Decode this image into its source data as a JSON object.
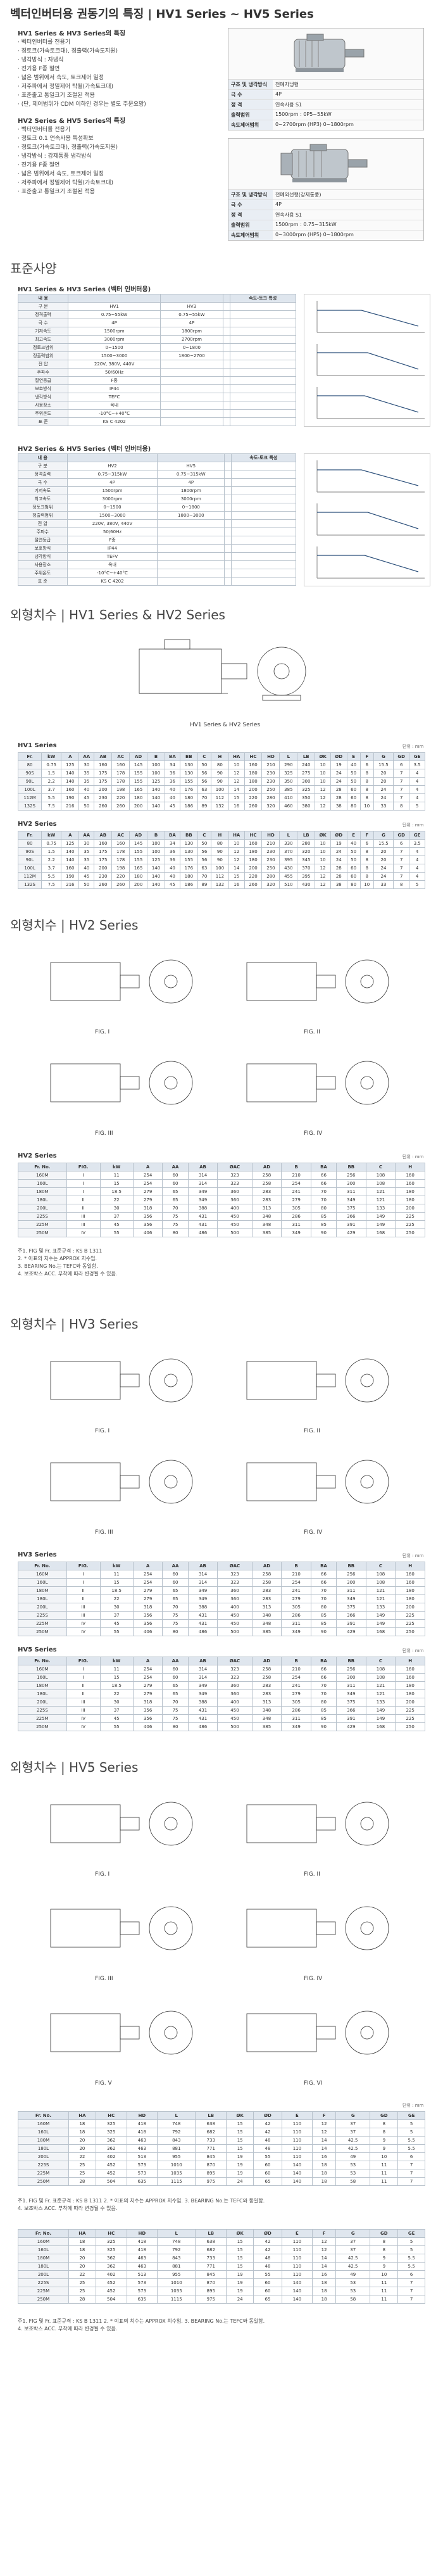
{
  "page_title": "벡터인버터용 권동기의 특징 | HV1 Series ~ HV5 Series",
  "features": {
    "hv13_title": "HV1 Series & HV3 Series의 특징",
    "hv13_items": [
      "벡터인버터를 전용기",
      "정토크(가속토크대), 정출력(가속도지원)",
      "냉각방식 : 자냉식",
      "전기용 F종 절연",
      "넓은 범위에서 속도, 토크제어 일정",
      "저주파에서 정밀제어 탁월(가속토크대)",
      "표준출고 통일크기 조절된 적용",
      "(단, 제어범위가 CDM 이하인 경우는 별도 주문요망)"
    ],
    "hv25_title": "HV2 Series & HV5 Series의 특징",
    "hv25_items": [
      "벡터인버터를 전용기",
      "정토크 0.1 연속사용 특성확보",
      "정토크(가속토크대), 정출력(가속도지원)",
      "냉각방식 : 강제통풍 냉각방식",
      "전기용 F종 절연",
      "넓은 범위에서 속도, 토크제어 일정",
      "저주파에서 정밀제어 탁월(가속토크대)",
      "표준출고 통일크기 조절된 적용"
    ]
  },
  "spec_box_1": {
    "rows": [
      {
        "k": "구조 및 냉각방식",
        "v": "전폐자냉형"
      },
      {
        "k": "극 수",
        "v": "4P"
      },
      {
        "k": "정 격",
        "v": "연속사용 S1"
      },
      {
        "k": "출력범위",
        "v": "1500rpm : 0P5~55kW"
      },
      {
        "k": "속도제어범위",
        "v": "0~2700rpm (HP3) 0~1800rpm"
      }
    ]
  },
  "spec_box_2": {
    "rows": [
      {
        "k": "구조 및 냉각방식",
        "v": "전폐외선형(강제통풍)"
      },
      {
        "k": "극 수",
        "v": "4P"
      },
      {
        "k": "정 격",
        "v": "연속사용 S1"
      },
      {
        "k": "출력범위",
        "v": "1500rpm : 0.75~315kW"
      },
      {
        "k": "속도제어범위",
        "v": "0~3000rpm (HP5) 0~1800rpm"
      }
    ]
  },
  "std_spec": {
    "title": "표준사양",
    "t1_title": "HV1 Series & HV3 Series (벡터 인버터용)",
    "t2_title": "HV2 Series & HV5 Series (벡터 인버터용)",
    "head": [
      "내 용",
      "",
      "",
      "",
      "속도-토크 특성"
    ],
    "rows1": [
      [
        "구 분",
        "HV1",
        "HV3",
        "",
        ""
      ],
      [
        "정격출력",
        "0.75~55kW",
        "0.75~55kW",
        "",
        ""
      ],
      [
        "극 수",
        "4P",
        "4P",
        "",
        ""
      ],
      [
        "기저속도",
        "1500rpm",
        "1800rpm",
        "",
        ""
      ],
      [
        "최고속도",
        "3000rpm",
        "2700rpm",
        "",
        ""
      ],
      [
        "정토크범위",
        "0~1500",
        "0~1800",
        "",
        ""
      ],
      [
        "정출력범위",
        "1500~3000",
        "1800~2700",
        "",
        ""
      ],
      [
        "전 압",
        "220V, 380V, 440V",
        "",
        "",
        ""
      ],
      [
        "주파수",
        "50/60Hz",
        "",
        "",
        ""
      ],
      [
        "절연등급",
        "F종",
        "",
        "",
        ""
      ],
      [
        "보호방식",
        "IP44",
        "",
        "",
        ""
      ],
      [
        "냉각방식",
        "TEFC",
        "",
        "",
        ""
      ],
      [
        "사용장소",
        "옥내",
        "",
        "",
        ""
      ],
      [
        "주위온도",
        "-10°C~+40°C",
        "",
        "",
        ""
      ],
      [
        "표 준",
        "KS C 4202",
        "",
        "",
        ""
      ]
    ],
    "rows2": [
      [
        "구 분",
        "HV2",
        "HV5",
        "",
        ""
      ],
      [
        "정격출력",
        "0.75~315kW",
        "0.75~315kW",
        "",
        ""
      ],
      [
        "극 수",
        "4P",
        "4P",
        "",
        ""
      ],
      [
        "기저속도",
        "1500rpm",
        "1800rpm",
        "",
        ""
      ],
      [
        "최고속도",
        "3000rpm",
        "3000rpm",
        "",
        ""
      ],
      [
        "정토크범위",
        "0~1500",
        "0~1800",
        "",
        ""
      ],
      [
        "정출력범위",
        "1500~3000",
        "1800~3000",
        "",
        ""
      ],
      [
        "전 압",
        "220V, 380V, 440V",
        "",
        "",
        ""
      ],
      [
        "주파수",
        "50/60Hz",
        "",
        "",
        ""
      ],
      [
        "절연등급",
        "F종",
        "",
        "",
        ""
      ],
      [
        "보호방식",
        "IP44",
        "",
        "",
        ""
      ],
      [
        "냉각방식",
        "TEFV",
        "",
        "",
        ""
      ],
      [
        "사용장소",
        "옥내",
        "",
        "",
        ""
      ],
      [
        "주위온도",
        "-10°C~+40°C",
        "",
        "",
        ""
      ],
      [
        "표 준",
        "KS C 4202",
        "",
        "",
        ""
      ]
    ]
  },
  "dim_hv12": {
    "title": "외형치수 | HV1 Series & HV2 Series",
    "caption": "HV1 Series & HV2 Series",
    "t1_title": "HV1 Series",
    "t2_title": "HV2 Series",
    "unit": "단위 : mm",
    "head": [
      "Fr.",
      "kW",
      "A",
      "AA",
      "AB",
      "AC",
      "AD",
      "B",
      "BA",
      "BB",
      "C",
      "H",
      "HA",
      "HC",
      "HD",
      "L",
      "LB",
      "ØK",
      "ØD",
      "E",
      "F",
      "G",
      "GD",
      "GE"
    ],
    "rows1": [
      [
        "80",
        "0.75",
        "125",
        "30",
        "160",
        "160",
        "145",
        "100",
        "34",
        "130",
        "50",
        "80",
        "10",
        "160",
        "210",
        "290",
        "240",
        "10",
        "19",
        "40",
        "6",
        "15.5",
        "6",
        "3.5"
      ],
      [
        "90S",
        "1.5",
        "140",
        "35",
        "175",
        "178",
        "155",
        "100",
        "36",
        "130",
        "56",
        "90",
        "12",
        "180",
        "230",
        "325",
        "275",
        "10",
        "24",
        "50",
        "8",
        "20",
        "7",
        "4"
      ],
      [
        "90L",
        "2.2",
        "140",
        "35",
        "175",
        "178",
        "155",
        "125",
        "36",
        "155",
        "56",
        "90",
        "12",
        "180",
        "230",
        "350",
        "300",
        "10",
        "24",
        "50",
        "8",
        "20",
        "7",
        "4"
      ],
      [
        "100L",
        "3.7",
        "160",
        "40",
        "200",
        "198",
        "165",
        "140",
        "40",
        "176",
        "63",
        "100",
        "14",
        "200",
        "250",
        "385",
        "325",
        "12",
        "28",
        "60",
        "8",
        "24",
        "7",
        "4"
      ],
      [
        "112M",
        "5.5",
        "190",
        "45",
        "230",
        "220",
        "180",
        "140",
        "40",
        "180",
        "70",
        "112",
        "15",
        "220",
        "280",
        "410",
        "350",
        "12",
        "28",
        "60",
        "8",
        "24",
        "7",
        "4"
      ],
      [
        "132S",
        "7.5",
        "216",
        "50",
        "260",
        "260",
        "200",
        "140",
        "45",
        "186",
        "89",
        "132",
        "16",
        "260",
        "320",
        "460",
        "380",
        "12",
        "38",
        "80",
        "10",
        "33",
        "8",
        "5"
      ]
    ],
    "rows2": [
      [
        "80",
        "0.75",
        "125",
        "30",
        "160",
        "160",
        "145",
        "100",
        "34",
        "130",
        "50",
        "80",
        "10",
        "160",
        "210",
        "330",
        "280",
        "10",
        "19",
        "40",
        "6",
        "15.5",
        "6",
        "3.5"
      ],
      [
        "90S",
        "1.5",
        "140",
        "35",
        "175",
        "178",
        "155",
        "100",
        "36",
        "130",
        "56",
        "90",
        "12",
        "180",
        "230",
        "370",
        "320",
        "10",
        "24",
        "50",
        "8",
        "20",
        "7",
        "4"
      ],
      [
        "90L",
        "2.2",
        "140",
        "35",
        "175",
        "178",
        "155",
        "125",
        "36",
        "155",
        "56",
        "90",
        "12",
        "180",
        "230",
        "395",
        "345",
        "10",
        "24",
        "50",
        "8",
        "20",
        "7",
        "4"
      ],
      [
        "100L",
        "3.7",
        "160",
        "40",
        "200",
        "198",
        "165",
        "140",
        "40",
        "176",
        "63",
        "100",
        "14",
        "200",
        "250",
        "430",
        "370",
        "12",
        "28",
        "60",
        "8",
        "24",
        "7",
        "4"
      ],
      [
        "112M",
        "5.5",
        "190",
        "45",
        "230",
        "220",
        "180",
        "140",
        "40",
        "180",
        "70",
        "112",
        "15",
        "220",
        "280",
        "455",
        "395",
        "12",
        "28",
        "60",
        "8",
        "24",
        "7",
        "4"
      ],
      [
        "132S",
        "7.5",
        "216",
        "50",
        "260",
        "260",
        "200",
        "140",
        "45",
        "186",
        "89",
        "132",
        "16",
        "260",
        "320",
        "510",
        "430",
        "12",
        "38",
        "80",
        "10",
        "33",
        "8",
        "5"
      ]
    ]
  },
  "dim_hv2": {
    "title": "외형치수 | HV2 Series",
    "figs": [
      "FIG. I",
      "FIG. II",
      "FIG. III",
      "FIG. IV"
    ],
    "t_title": "HV2 Series",
    "unit": "단위 : mm",
    "head": [
      "Fr. No.",
      "FIG.",
      "kW",
      "A",
      "AA",
      "AB",
      "ØAC",
      "AD",
      "B",
      "BA",
      "BB",
      "C",
      "H"
    ],
    "rows": [
      [
        "160M",
        "I",
        "11",
        "254",
        "60",
        "314",
        "323",
        "258",
        "210",
        "66",
        "256",
        "108",
        "160"
      ],
      [
        "160L",
        "I",
        "15",
        "254",
        "60",
        "314",
        "323",
        "258",
        "254",
        "66",
        "300",
        "108",
        "160"
      ],
      [
        "180M",
        "I",
        "18.5",
        "279",
        "65",
        "349",
        "360",
        "283",
        "241",
        "70",
        "311",
        "121",
        "180"
      ],
      [
        "180L",
        "II",
        "22",
        "279",
        "65",
        "349",
        "360",
        "283",
        "279",
        "70",
        "349",
        "121",
        "180"
      ],
      [
        "200L",
        "II",
        "30",
        "318",
        "70",
        "388",
        "400",
        "313",
        "305",
        "80",
        "375",
        "133",
        "200"
      ],
      [
        "225S",
        "III",
        "37",
        "356",
        "75",
        "431",
        "450",
        "348",
        "286",
        "85",
        "366",
        "149",
        "225"
      ],
      [
        "225M",
        "III",
        "45",
        "356",
        "75",
        "431",
        "450",
        "348",
        "311",
        "85",
        "391",
        "149",
        "225"
      ],
      [
        "250M",
        "IV",
        "55",
        "406",
        "80",
        "486",
        "500",
        "385",
        "349",
        "90",
        "429",
        "168",
        "250"
      ]
    ],
    "notes": [
      "주1. FIG 및 Fr. 표준규격 : KS B 1311",
      "2. * 이표의 치수는 APPROX 치수임.",
      "3. BEARING No.는 TEFC와 동일함.",
      "4. 보조박스 ACC. 부착에 따라 변경될 수 있음."
    ]
  },
  "dim_hv3": {
    "title": "외형치수 | HV3 Series",
    "figs": [
      "FIG. I",
      "FIG. II",
      "FIG. III",
      "FIG. IV"
    ],
    "t_title": "HV3 Series",
    "t2_title": "HV5 Series",
    "unit": "단위 : mm",
    "head": [
      "Fr. No.",
      "FIG.",
      "kW",
      "A",
      "AA",
      "AB",
      "ØAC",
      "AD",
      "B",
      "BA",
      "BB",
      "C",
      "H"
    ],
    "rows": [
      [
        "160M",
        "I",
        "11",
        "254",
        "60",
        "314",
        "323",
        "258",
        "210",
        "66",
        "256",
        "108",
        "160"
      ],
      [
        "160L",
        "I",
        "15",
        "254",
        "60",
        "314",
        "323",
        "258",
        "254",
        "66",
        "300",
        "108",
        "160"
      ],
      [
        "180M",
        "II",
        "18.5",
        "279",
        "65",
        "349",
        "360",
        "283",
        "241",
        "70",
        "311",
        "121",
        "180"
      ],
      [
        "180L",
        "II",
        "22",
        "279",
        "65",
        "349",
        "360",
        "283",
        "279",
        "70",
        "349",
        "121",
        "180"
      ],
      [
        "200L",
        "III",
        "30",
        "318",
        "70",
        "388",
        "400",
        "313",
        "305",
        "80",
        "375",
        "133",
        "200"
      ],
      [
        "225S",
        "III",
        "37",
        "356",
        "75",
        "431",
        "450",
        "348",
        "286",
        "85",
        "366",
        "149",
        "225"
      ],
      [
        "225M",
        "IV",
        "45",
        "356",
        "75",
        "431",
        "450",
        "348",
        "311",
        "85",
        "391",
        "149",
        "225"
      ],
      [
        "250M",
        "IV",
        "55",
        "406",
        "80",
        "486",
        "500",
        "385",
        "349",
        "90",
        "429",
        "168",
        "250"
      ]
    ]
  },
  "dim_hv5": {
    "title": "외형치수 | HV5 Series",
    "figs": [
      "FIG. I",
      "FIG. II",
      "FIG. III",
      "FIG. IV",
      "FIG. V",
      "FIG. VI"
    ],
    "unit": "단위 : mm",
    "head": [
      "Fr. No.",
      "HA",
      "HC",
      "HD",
      "L",
      "LB",
      "ØK",
      "ØD",
      "E",
      "F",
      "G",
      "GD",
      "GE"
    ],
    "rows": [
      [
        "160M",
        "18",
        "325",
        "418",
        "748",
        "638",
        "15",
        "42",
        "110",
        "12",
        "37",
        "8",
        "5"
      ],
      [
        "160L",
        "18",
        "325",
        "418",
        "792",
        "682",
        "15",
        "42",
        "110",
        "12",
        "37",
        "8",
        "5"
      ],
      [
        "180M",
        "20",
        "362",
        "463",
        "843",
        "733",
        "15",
        "48",
        "110",
        "14",
        "42.5",
        "9",
        "5.5"
      ],
      [
        "180L",
        "20",
        "362",
        "463",
        "881",
        "771",
        "15",
        "48",
        "110",
        "14",
        "42.5",
        "9",
        "5.5"
      ],
      [
        "200L",
        "22",
        "402",
        "513",
        "955",
        "845",
        "19",
        "55",
        "110",
        "16",
        "49",
        "10",
        "6"
      ],
      [
        "225S",
        "25",
        "452",
        "573",
        "1010",
        "870",
        "19",
        "60",
        "140",
        "18",
        "53",
        "11",
        "7"
      ],
      [
        "225M",
        "25",
        "452",
        "573",
        "1035",
        "895",
        "19",
        "60",
        "140",
        "18",
        "53",
        "11",
        "7"
      ],
      [
        "250M",
        "28",
        "504",
        "635",
        "1115",
        "975",
        "24",
        "65",
        "140",
        "18",
        "58",
        "11",
        "7"
      ]
    ],
    "notes": [
      "주1. FIG 및 Fr. 표준규격 : KS B 1311   2. * 이표의 치수는 APPROX 치수임.   3. BEARING No.는 TEFC와 동일함.",
      "4. 보조박스 ACC. 부착에 따라 변경될 수 있음."
    ]
  },
  "colors": {
    "header_bg": "#dfe6ee",
    "grid": "#b8c2cc",
    "line": "#2b4f7a"
  }
}
